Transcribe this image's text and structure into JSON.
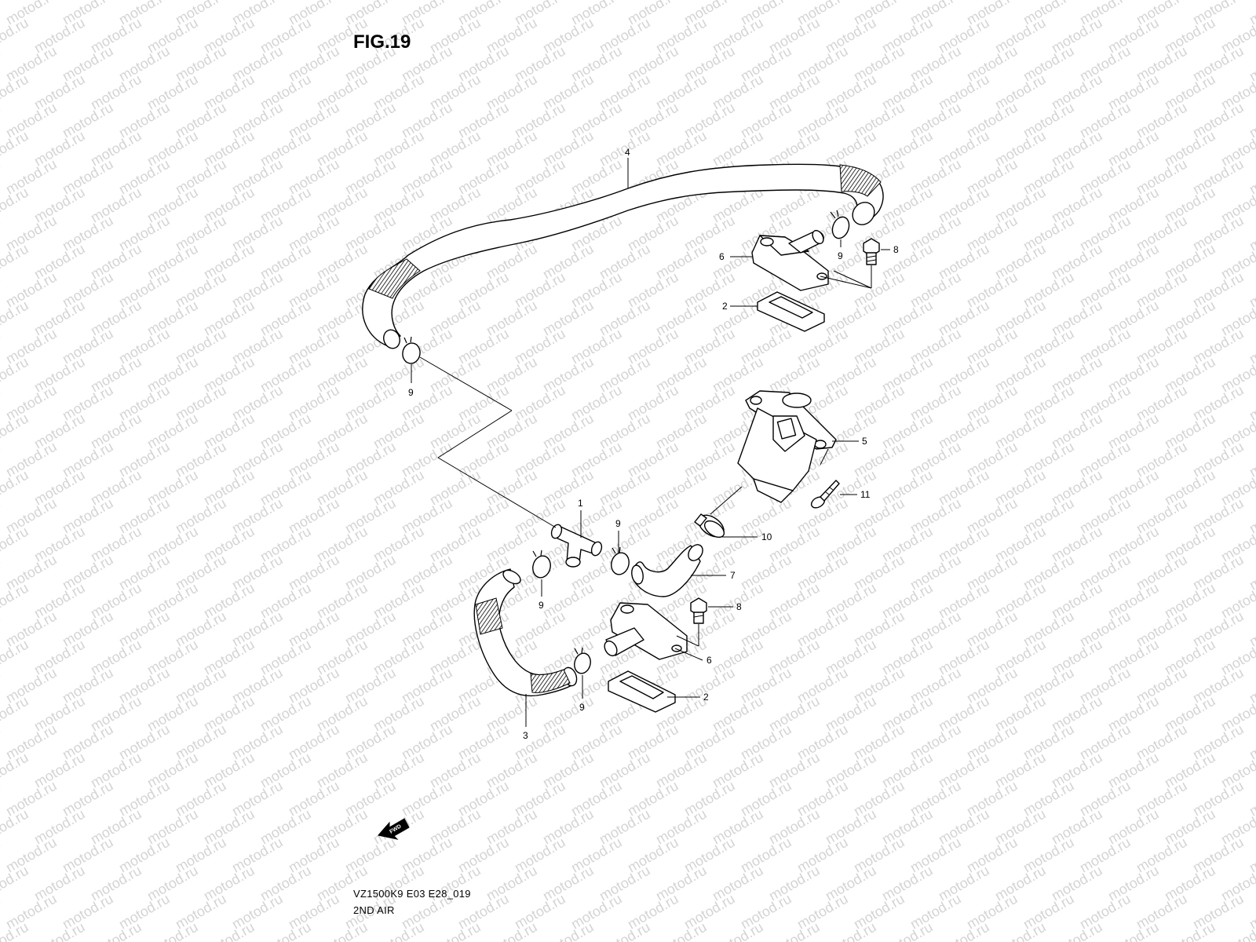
{
  "figure": {
    "title": "FIG.19",
    "model_code": "VZ1500K9 E03 E28_019",
    "section_name": "2ND AIR",
    "fwd_label": "FWD"
  },
  "watermark": {
    "text": "motod.ru",
    "color": "#d4d4d4"
  },
  "callouts": {
    "c1": "1",
    "c2a": "2",
    "c2b": "2",
    "c3": "3",
    "c4": "4",
    "c5": "5",
    "c6a": "6",
    "c6b": "6",
    "c7": "7",
    "c8a": "8",
    "c8b": "8",
    "c9a": "9",
    "c9b": "9",
    "c9c": "9",
    "c9d": "9",
    "c9e": "9",
    "c10": "10",
    "c11": "11"
  },
  "parts": [
    {
      "number": "1",
      "icon": "t-joint-icon"
    },
    {
      "number": "2",
      "icon": "reed-valve-gasket-icon"
    },
    {
      "number": "3",
      "icon": "lower-hose-icon"
    },
    {
      "number": "4",
      "icon": "upper-hose-icon"
    },
    {
      "number": "5",
      "icon": "control-valve-icon"
    },
    {
      "number": "6",
      "icon": "reed-valve-cover-icon"
    },
    {
      "number": "7",
      "icon": "short-hose-icon"
    },
    {
      "number": "8",
      "icon": "bolt-icon"
    },
    {
      "number": "9",
      "icon": "clamp-icon"
    },
    {
      "number": "10",
      "icon": "hose-clamp-icon"
    },
    {
      "number": "11",
      "icon": "screw-icon"
    }
  ]
}
